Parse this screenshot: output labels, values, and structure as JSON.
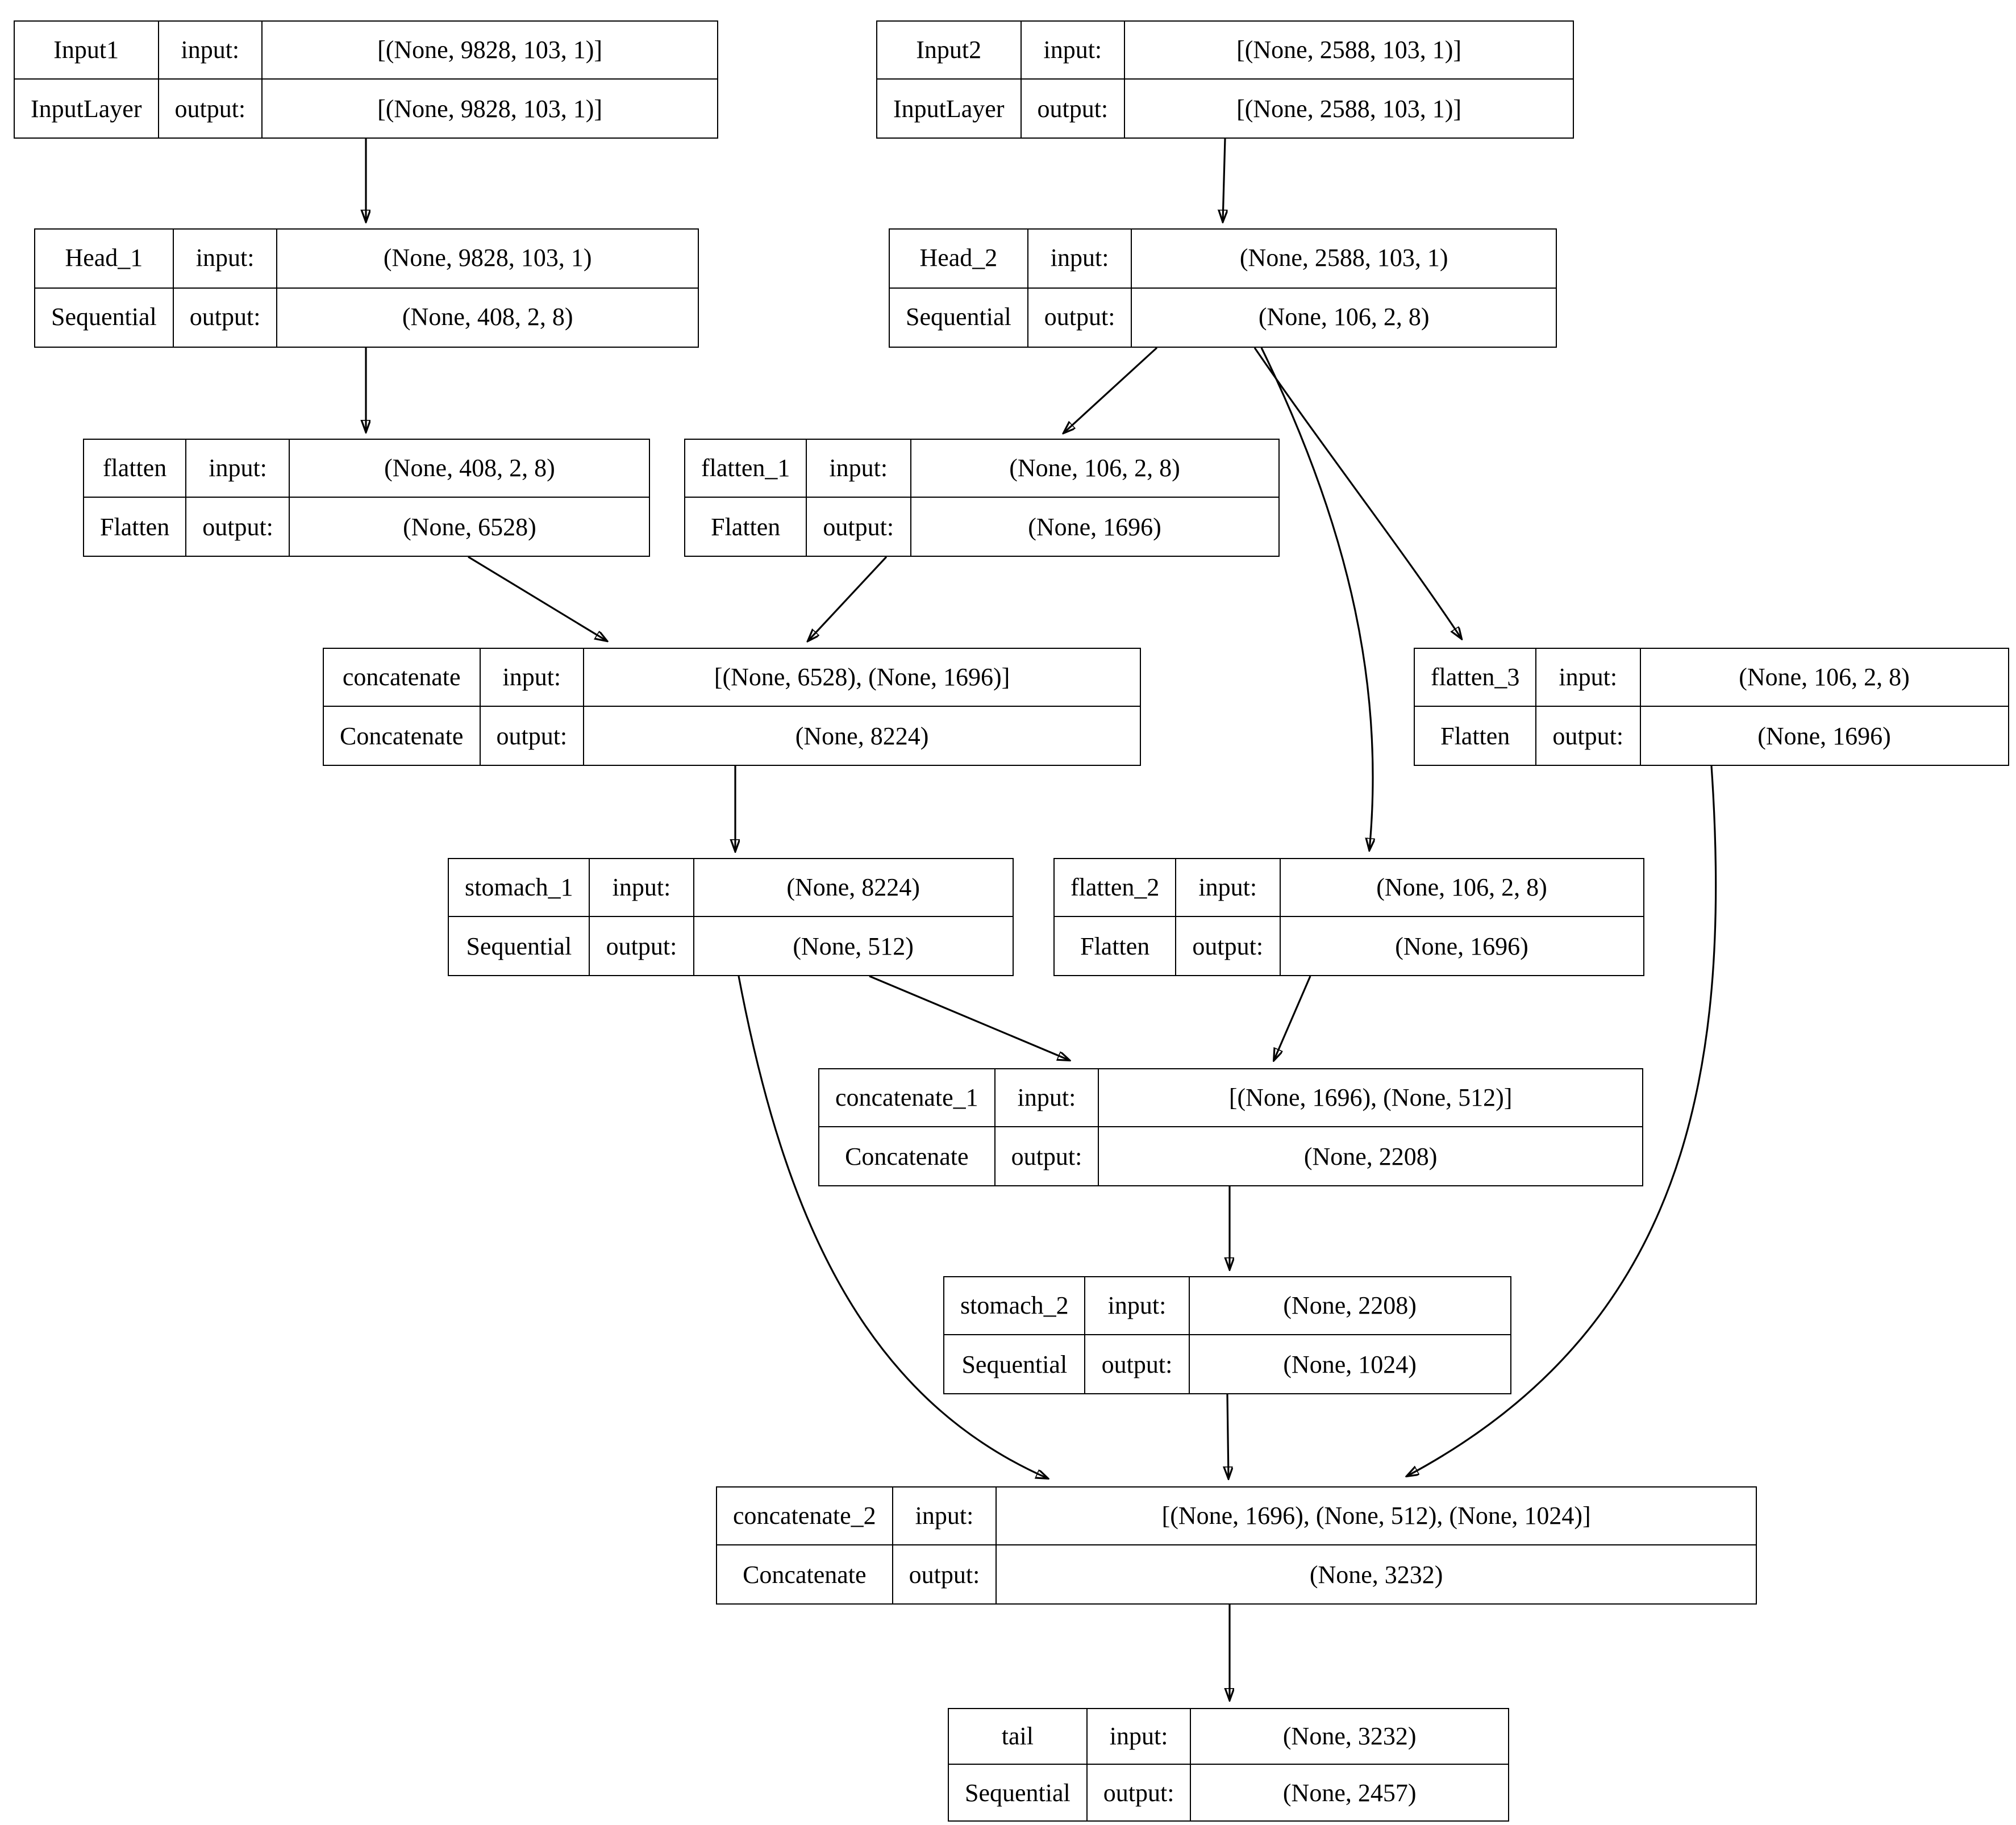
{
  "diagram": {
    "labels": {
      "input": "input:",
      "output": "output:"
    },
    "colors": {
      "background": "#ffffff",
      "border": "#000000",
      "text": "#000000"
    },
    "nodes": [
      {
        "name": "Input1",
        "type": "InputLayer",
        "input_shape": "[(None, 9828, 103, 1)]",
        "output_shape": "[(None, 9828, 103, 1)]"
      },
      {
        "name": "Input2",
        "type": "InputLayer",
        "input_shape": "[(None, 2588, 103, 1)]",
        "output_shape": "[(None, 2588, 103, 1)]"
      },
      {
        "name": "Head_1",
        "type": "Sequential",
        "input_shape": "(None, 9828, 103, 1)",
        "output_shape": "(None, 408, 2, 8)"
      },
      {
        "name": "Head_2",
        "type": "Sequential",
        "input_shape": "(None, 2588, 103, 1)",
        "output_shape": "(None, 106, 2, 8)"
      },
      {
        "name": "flatten",
        "type": "Flatten",
        "input_shape": "(None, 408, 2, 8)",
        "output_shape": "(None, 6528)"
      },
      {
        "name": "flatten_1",
        "type": "Flatten",
        "input_shape": "(None, 106, 2, 8)",
        "output_shape": "(None, 1696)"
      },
      {
        "name": "concatenate",
        "type": "Concatenate",
        "input_shape": "[(None, 6528), (None, 1696)]",
        "output_shape": "(None, 8224)"
      },
      {
        "name": "flatten_3",
        "type": "Flatten",
        "input_shape": "(None, 106, 2, 8)",
        "output_shape": "(None, 1696)"
      },
      {
        "name": "stomach_1",
        "type": "Sequential",
        "input_shape": "(None, 8224)",
        "output_shape": "(None, 512)"
      },
      {
        "name": "flatten_2",
        "type": "Flatten",
        "input_shape": "(None, 106, 2, 8)",
        "output_shape": "(None, 1696)"
      },
      {
        "name": "concatenate_1",
        "type": "Concatenate",
        "input_shape": "[(None, 1696), (None, 512)]",
        "output_shape": "(None, 2208)"
      },
      {
        "name": "stomach_2",
        "type": "Sequential",
        "input_shape": "(None, 2208)",
        "output_shape": "(None, 1024)"
      },
      {
        "name": "concatenate_2",
        "type": "Concatenate",
        "input_shape": "[(None, 1696), (None, 512), (None, 1024)]",
        "output_shape": "(None, 3232)"
      },
      {
        "name": "tail",
        "type": "Sequential",
        "input_shape": "(None, 3232)",
        "output_shape": "(None, 2457)"
      }
    ],
    "edges": [
      {
        "from": "Input1",
        "to": "Head_1"
      },
      {
        "from": "Input2",
        "to": "Head_2"
      },
      {
        "from": "Head_1",
        "to": "flatten"
      },
      {
        "from": "Head_2",
        "to": "flatten_1"
      },
      {
        "from": "Head_2",
        "to": "flatten_3"
      },
      {
        "from": "Head_2",
        "to": "flatten_2"
      },
      {
        "from": "flatten",
        "to": "concatenate"
      },
      {
        "from": "flatten_1",
        "to": "concatenate"
      },
      {
        "from": "concatenate",
        "to": "stomach_1"
      },
      {
        "from": "stomach_1",
        "to": "concatenate_1"
      },
      {
        "from": "flatten_2",
        "to": "concatenate_1"
      },
      {
        "from": "concatenate_1",
        "to": "stomach_2"
      },
      {
        "from": "stomach_2",
        "to": "concatenate_2"
      },
      {
        "from": "stomach_1",
        "to": "concatenate_2"
      },
      {
        "from": "flatten_3",
        "to": "concatenate_2"
      },
      {
        "from": "concatenate_2",
        "to": "tail"
      }
    ]
  }
}
